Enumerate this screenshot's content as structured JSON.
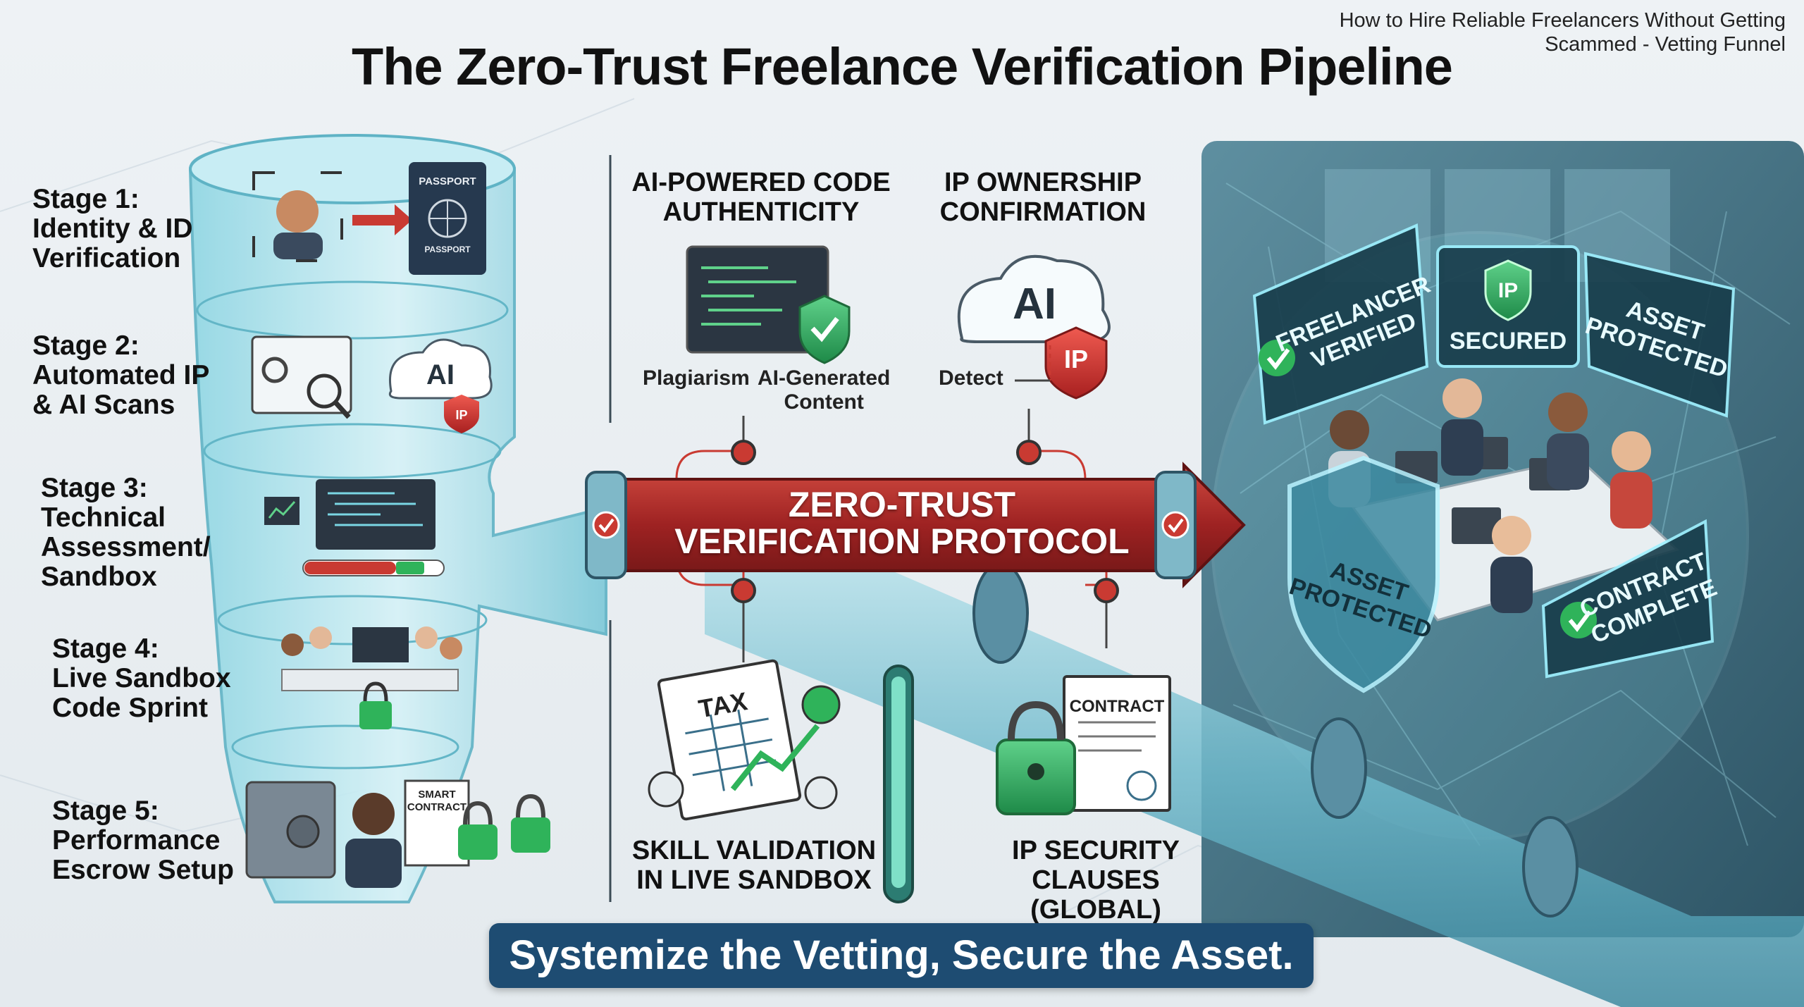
{
  "source_caption": "How to Hire Reliable Freelancers Without Getting Scammed - Vetting Funnel",
  "title": "The Zero-Trust Freelance Verification Pipeline",
  "stages": [
    {
      "label": "Stage 1:",
      "lines": [
        "Identity & ID",
        "Verification"
      ]
    },
    {
      "label": "Stage 2:",
      "lines": [
        "Automated IP",
        "& AI Scans"
      ]
    },
    {
      "label": "Stage 3:",
      "lines": [
        "Technical",
        "Assessment/",
        "Sandbox"
      ]
    },
    {
      "label": "Stage 4:",
      "lines": [
        "Live Sandbox",
        "Code Sprint"
      ]
    },
    {
      "label": "Stage 5:",
      "lines": [
        "Performance",
        "Escrow Setup"
      ]
    }
  ],
  "funnel_icons": {
    "passport_top": "PASSPORT",
    "passport_bottom": "PASSPORT",
    "ai_cloud": "AI",
    "ip_shield": "IP",
    "smart_contract": [
      "SMART",
      "CONTRACT"
    ]
  },
  "checks": {
    "code_authenticity": {
      "heading": [
        "AI-POWERED CODE",
        "AUTHENTICITY"
      ],
      "labels": [
        "Plagiarism",
        "AI-Generated",
        "Content"
      ]
    },
    "ip_ownership": {
      "heading": [
        "IP OWNERSHIP",
        "CONFIRMATION"
      ],
      "cloud": "AI",
      "shield": "IP",
      "label": "Detect"
    },
    "skill_validation": {
      "heading": [
        "SKILL VALIDATION",
        "IN LIVE SANDBOX"
      ],
      "doc": "TAX"
    },
    "ip_security": {
      "heading": [
        "IP SECURITY",
        "CLAUSES (GLOBAL)"
      ],
      "doc": "CONTRACT"
    }
  },
  "protocol": [
    "ZERO-TRUST",
    "VERIFICATION PROTOCOL"
  ],
  "hologram_badges": {
    "freelancer_verified": [
      "FREELANCER",
      "VERIFIED"
    ],
    "ip_secured_icon": "IP",
    "ip_secured": "SECURED",
    "asset_protected_top": [
      "ASSET",
      "PROTECTED"
    ],
    "asset_protected_shield": [
      "ASSET",
      "PROTECTED"
    ],
    "contract_complete": [
      "CONTRACT",
      "COMPLETE"
    ]
  },
  "slogan": "Systemize the Vetting, Secure the Asset.",
  "colors": {
    "accent_red": "#b12a2a",
    "funnel_teal": "#7fd0de",
    "slogan_bg": "#1e4c72",
    "check_green": "#2fb35a"
  }
}
